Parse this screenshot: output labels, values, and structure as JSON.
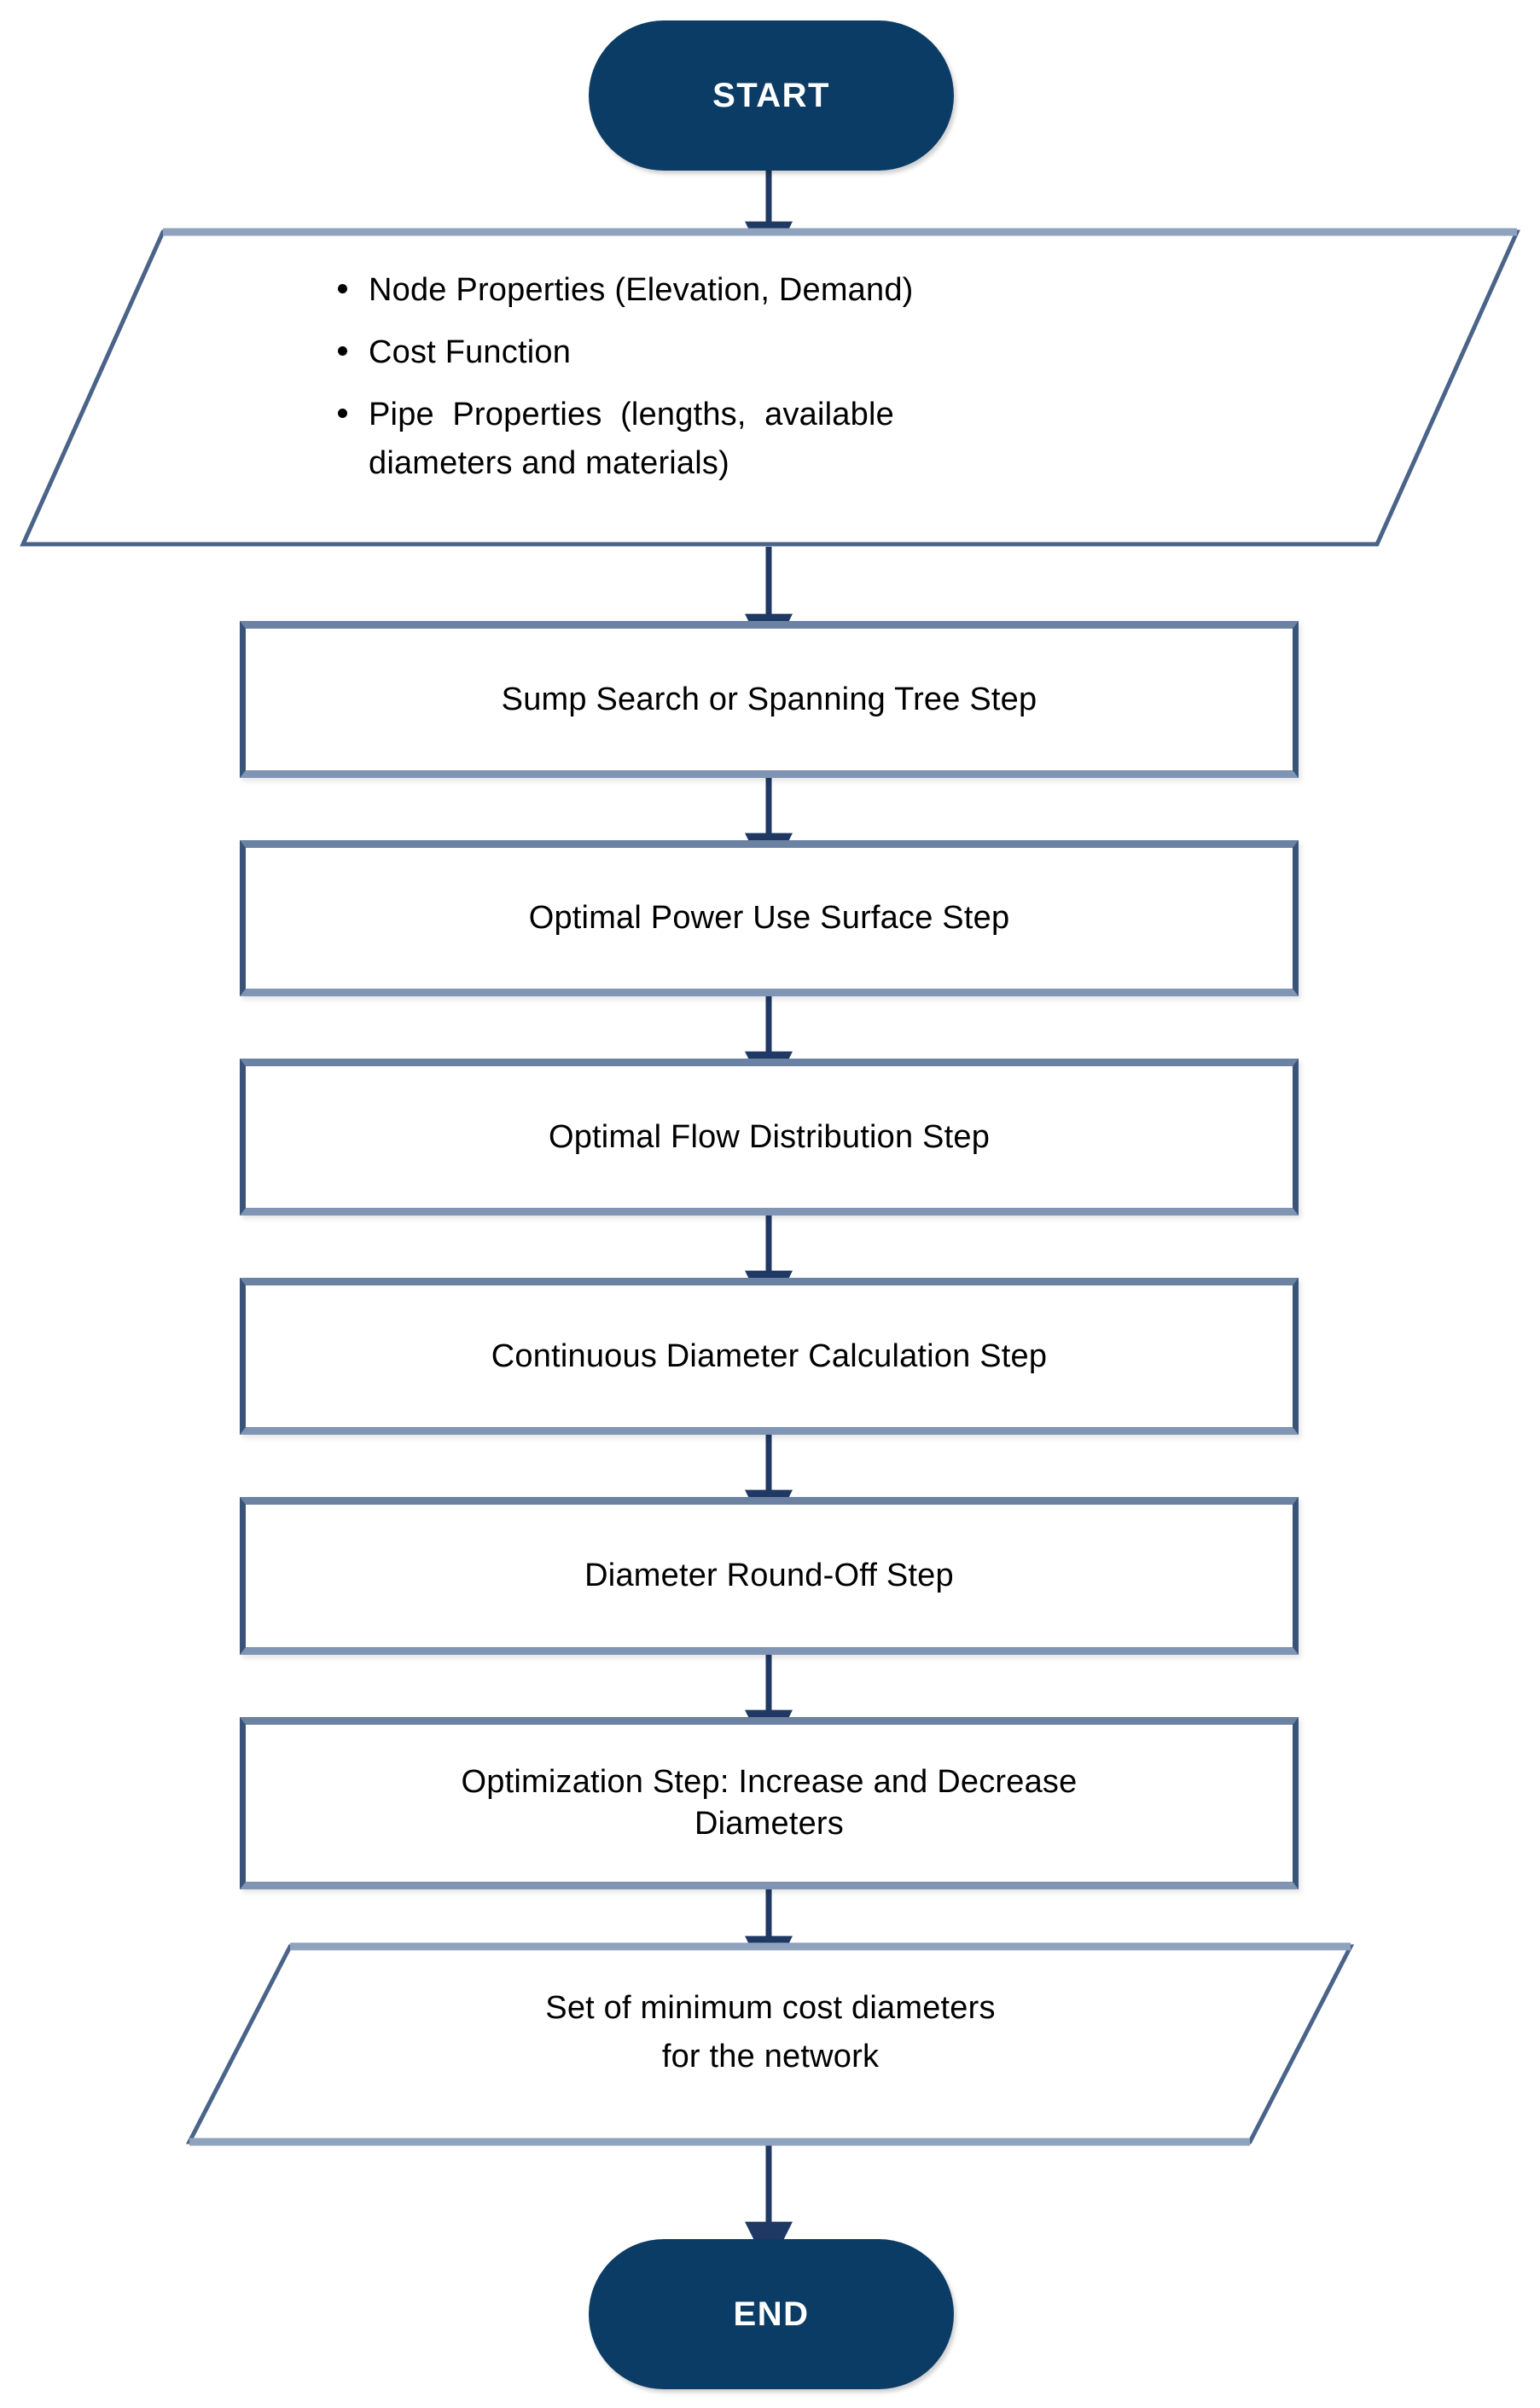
{
  "diagram": {
    "title": "Water distribution network design optimization flowchart",
    "accent_terminator_color": "#0B3C66",
    "box_border_color": "#3A5378",
    "box_border_top_color": "#6B82A3",
    "arrow_color": "#1F3864",
    "text_color": "#000000",
    "terminator_text_color": "#FFFFFF",
    "background_color": "#FFFFFF"
  },
  "nodes": {
    "start": {
      "type": "terminator",
      "label": "START"
    },
    "input": {
      "type": "data",
      "bullets": [
        "Node Properties (Elevation, Demand)",
        "Cost Function",
        "Pipe Properties (lengths, available diameters and materials)"
      ],
      "bullet_lines": {
        "b3_line1": "Pipe  Properties  (lengths,  available",
        "b3_line2": "diameters and materials)"
      }
    },
    "step1": {
      "type": "process",
      "label": "Sump Search or Spanning Tree Step"
    },
    "step2": {
      "type": "process",
      "label": "Optimal Power Use Surface Step"
    },
    "step3": {
      "type": "process",
      "label": "Optimal Flow Distribution Step"
    },
    "step4": {
      "type": "process",
      "label": "Continuous Diameter Calculation Step"
    },
    "step5": {
      "type": "process",
      "label": "Diameter Round-Off Step"
    },
    "step6": {
      "type": "process",
      "label": "Optimization Step: Increase and Decrease Diameters",
      "line1": "Optimization Step: Increase and Decrease",
      "line2": "Diameters"
    },
    "output": {
      "type": "data",
      "label": "Set of minimum cost diameters for the network",
      "line1": "Set of minimum cost diameters",
      "line2": "for the network"
    },
    "end": {
      "type": "terminator",
      "label": "END"
    }
  },
  "edges": [
    {
      "from": "start",
      "to": "input"
    },
    {
      "from": "input",
      "to": "step1"
    },
    {
      "from": "step1",
      "to": "step2"
    },
    {
      "from": "step2",
      "to": "step3"
    },
    {
      "from": "step3",
      "to": "step4"
    },
    {
      "from": "step4",
      "to": "step5"
    },
    {
      "from": "step5",
      "to": "step6"
    },
    {
      "from": "step6",
      "to": "output"
    },
    {
      "from": "output",
      "to": "end"
    }
  ]
}
